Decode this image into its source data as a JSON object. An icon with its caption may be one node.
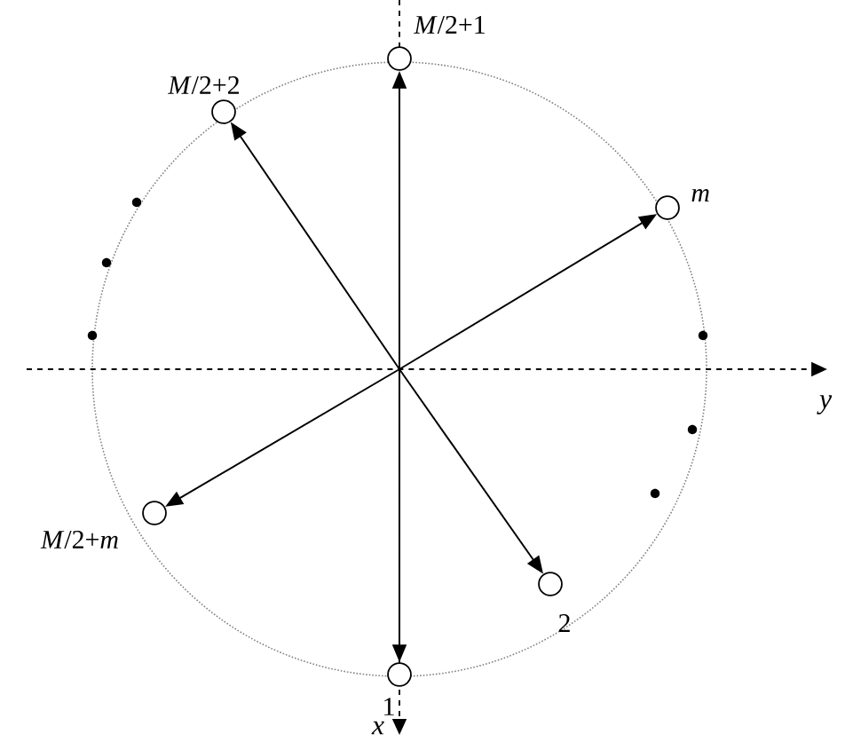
{
  "diagram": {
    "nodes": [
      {
        "text": [],
        "shape": "circle",
        "beside": [
          "*M*/2+1"
        ]
      },
      {
        "text": [],
        "shape": "circle",
        "beside": [
          "*M*/2+2"
        ]
      },
      {
        "text": [],
        "shape": "circle",
        "beside": [
          "m"
        ]
      },
      {
        "text": [],
        "shape": "circle",
        "beside": [
          "*M*/2+*m*"
        ]
      },
      {
        "text": [],
        "shape": "circle",
        "beside": [
          "1"
        ]
      },
      {
        "text": [],
        "shape": "circle",
        "beside": [
          "2"
        ]
      }
    ],
    "edges": [
      {
        "from": null,
        "to": 0,
        "arrow": "to"
      },
      {
        "from": null,
        "to": 1,
        "arrow": "to"
      },
      {
        "from": null,
        "to": 2,
        "arrow": "to"
      },
      {
        "from": null,
        "to": 3,
        "arrow": "to"
      },
      {
        "from": null,
        "to": 4,
        "arrow": "to"
      },
      {
        "from": null,
        "to": 5,
        "arrow": "to"
      }
    ],
    "labels": [
      "y",
      "x"
    ]
  }
}
